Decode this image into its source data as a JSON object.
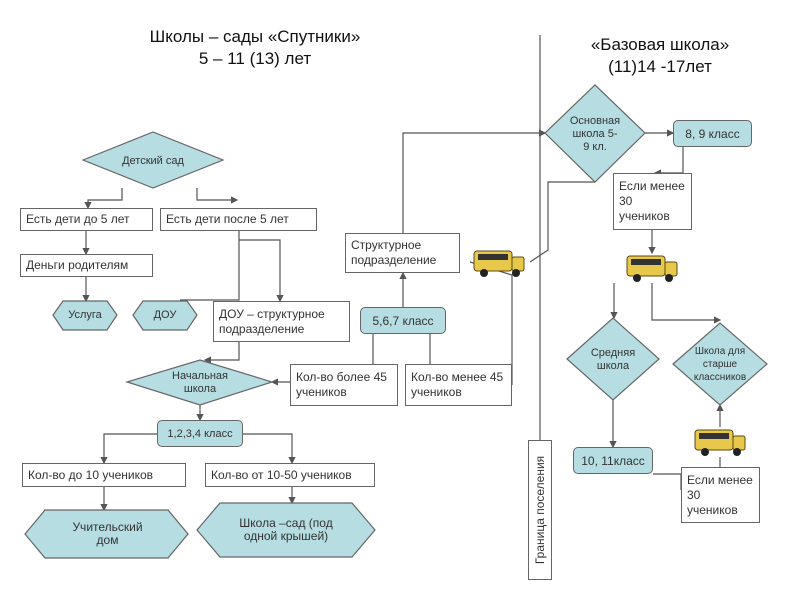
{
  "left_title": {
    "line1": "Школы – сады «Спутники»",
    "line2": "5 – 11 (13) лет"
  },
  "right_title": {
    "line1": "«Базовая школа»",
    "line2": "(11)14 -17лет"
  },
  "boundary": "Граница поселения",
  "nodes": {
    "kindergarten": "Детский сад",
    "kids_under5": "Есть дети до 5 лет",
    "kids_over5": "Есть  дети после 5 лет",
    "parents_money": "Деньги родителям",
    "service": "Услуга",
    "dou": "ДОУ",
    "dou_struct": "ДОУ – структурное подразделение",
    "primary": "Начальная школа",
    "grades_1_4": "1,2,3,4 класс",
    "under10": "Кол-во до 10 учеников",
    "from10_50": "Кол-во от 10-50 учеников",
    "teacher_house": "Учительский дом",
    "school_garden": "Школа –сад (под одной крышей)",
    "struct_unit": "Структурное подразделение",
    "grades_5_7": "5,6,7 класс",
    "more45": "Кол-во более 45 учеников",
    "less45": "Кол-во менее 45 учеников",
    "basic_school": "Основная школа 5-9 кл.",
    "grades_8_9": "8, 9 класс",
    "less30_a": "Если менее 30 учеников",
    "secondary": "Средняя школа",
    "senior_school": "Школа для старше классников",
    "grades_10_11": "10, 11класс",
    "less30_b": "Если менее 30 учеников"
  },
  "icons": {
    "bus": "school-bus-icon"
  },
  "colors": {
    "fill": "#b6dde2",
    "stroke": "#666666",
    "bus": "#e8c84a"
  }
}
